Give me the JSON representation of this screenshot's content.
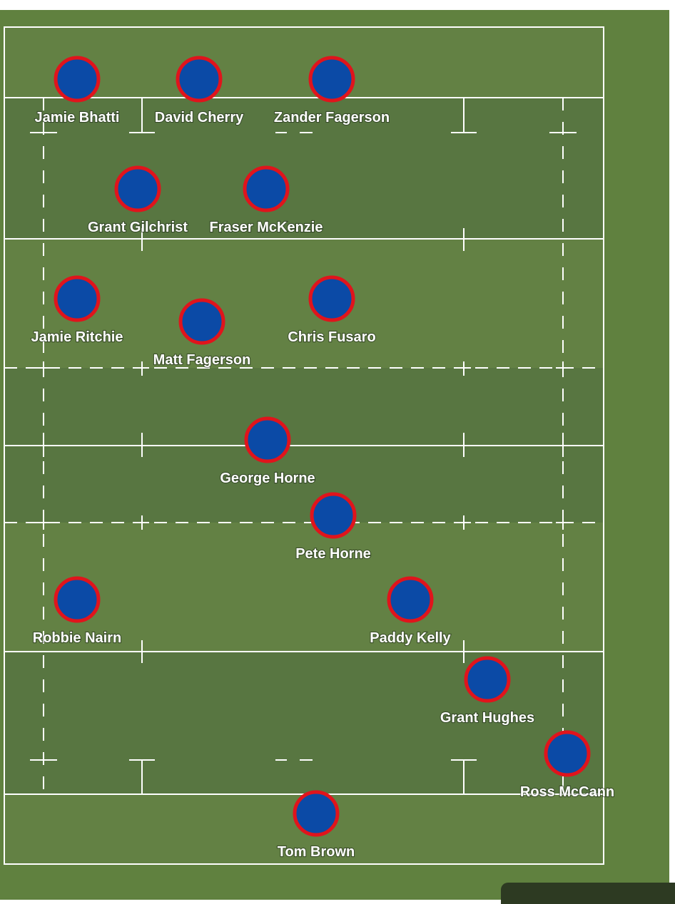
{
  "colors": {
    "page_background": "#ffffff",
    "grass_margin": "#60813f",
    "field_light": "#638144",
    "field_dark": "#587641",
    "line": "#ffffff",
    "player_fill": "#0b4aa6",
    "player_ring": "#e0141c"
  },
  "players": [
    {
      "name": "Jamie Bhatti"
    },
    {
      "name": "David Cherry"
    },
    {
      "name": "Zander Fagerson"
    },
    {
      "name": "Grant Gilchrist"
    },
    {
      "name": "Fraser McKenzie"
    },
    {
      "name": "Jamie Ritchie"
    },
    {
      "name": "Matt Fagerson"
    },
    {
      "name": "Chris Fusaro"
    },
    {
      "name": "George Horne"
    },
    {
      "name": "Pete Horne"
    },
    {
      "name": "Robbie Nairn"
    },
    {
      "name": "Paddy Kelly"
    },
    {
      "name": "Grant Hughes"
    },
    {
      "name": "Ross McCann"
    },
    {
      "name": "Tom Brown"
    }
  ]
}
